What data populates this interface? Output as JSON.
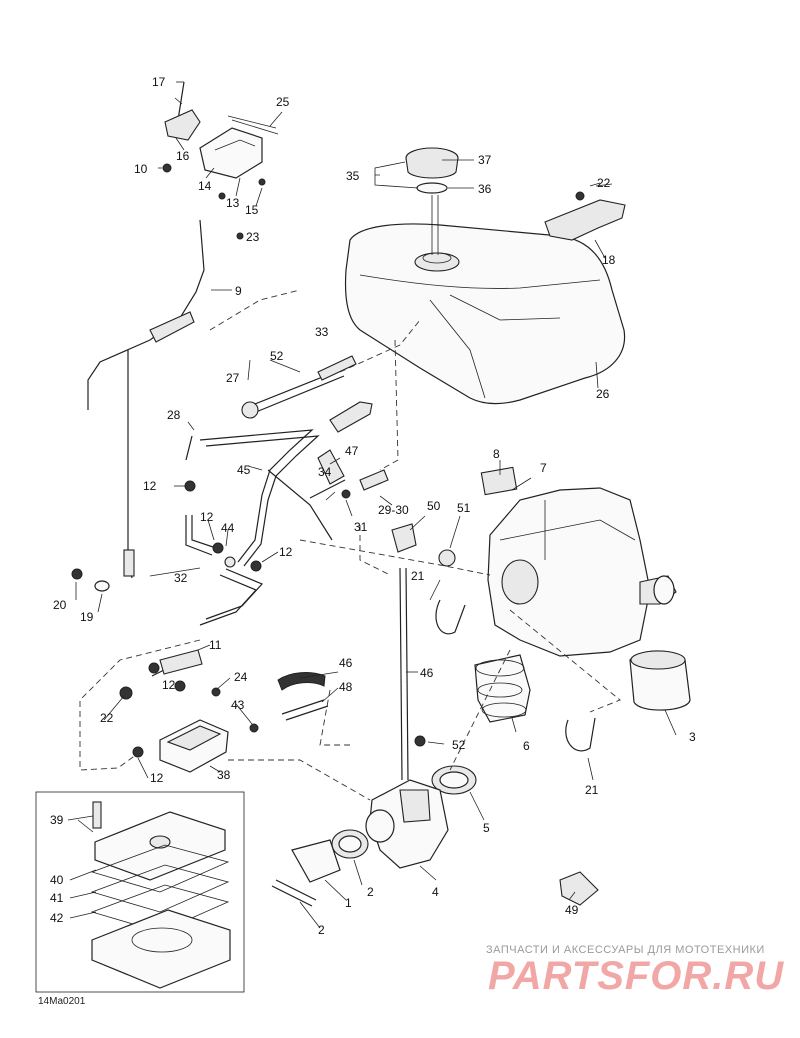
{
  "diagram": {
    "callouts": [
      "17",
      "25",
      "16",
      "10",
      "14",
      "13",
      "15",
      "23",
      "9",
      "35",
      "37",
      "36",
      "22",
      "18",
      "33",
      "52",
      "27",
      "26",
      "28",
      "47",
      "12",
      "45",
      "34",
      "8",
      "7",
      "12",
      "44",
      "31",
      "29-30",
      "50",
      "51",
      "12",
      "32",
      "21",
      "20",
      "19",
      "11",
      "46",
      "12",
      "24",
      "46",
      "22",
      "48",
      "43",
      "6",
      "3",
      "52",
      "12",
      "38",
      "21",
      "5",
      "39",
      "4",
      "40",
      "41",
      "2",
      "1",
      "42",
      "2",
      "49"
    ],
    "drawing_code": "14Ma0201"
  },
  "watermark": {
    "tagline": "ЗАПЧАСТИ И АКСЕССУАРЫ ДЛЯ МОТОТЕХНИКИ",
    "brand": "PARTSFOR.RU"
  }
}
